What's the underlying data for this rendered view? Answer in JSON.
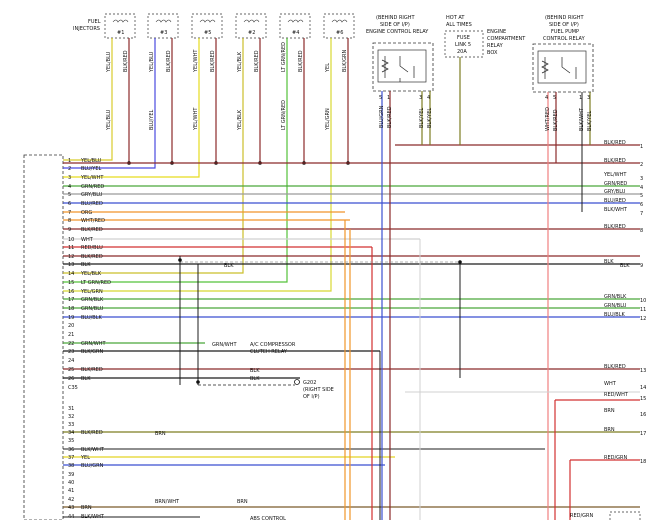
{
  "header": {
    "injectors_label": [
      "FUEL",
      "INJECTORS"
    ],
    "engine_relay_label": [
      "(BEHIND RIGHT",
      "SIDE OF I/P)",
      "ENGINE CONTROL RELAY"
    ],
    "hot_label": [
      "HOT AT",
      "ALL TIMES"
    ],
    "fuse_label": [
      "FUSE",
      "LINK 5",
      "20A"
    ],
    "box_label": [
      "ENGINE",
      "COMPARTMENT",
      "RELAY",
      "BOX"
    ],
    "fuel_relay_label": [
      "(BEHIND RIGHT",
      "SIDE OF I/P)",
      "FUEL PUMP",
      "CONTROL RELAY"
    ]
  },
  "injectors": [
    {
      "id": "#1",
      "left_wire": "YEL/BLU",
      "right_wire": "BLK/RED",
      "lower_label": "YEL/BLU",
      "color": "#d8cc2a"
    },
    {
      "id": "#3",
      "left_wire": "YEL/BLU",
      "right_wire": "BLK/RED",
      "lower_label": "BLU/YEL",
      "color": "#4a4ae0"
    },
    {
      "id": "#5",
      "left_wire": "YEL/WHT",
      "right_wire": "BLK/RED",
      "lower_label": "YEL/WHT",
      "color": "#e6dc1e"
    },
    {
      "id": "#2",
      "left_wire": "YEL/BLK",
      "right_wire": "BLK/RED",
      "lower_label": "YEL/BLK",
      "color": "#cbbf2a"
    },
    {
      "id": "#4",
      "left_wire": "LT GRN/RED",
      "right_wire": "BLK/RED",
      "lower_label": "LT GRN/RED",
      "color": "#54c23a"
    },
    {
      "id": "#6",
      "left_wire": "YEL",
      "right_wire": "BLK/GRN",
      "lower_label": "YEL/GRN",
      "color": "#d8d832"
    }
  ],
  "engine_relay": {
    "pins": [
      "5",
      "1",
      "3",
      "4"
    ],
    "wires": [
      "BLU/GRN",
      "BLK/RED",
      "BLK/YEL",
      "BLK/YEL"
    ]
  },
  "fuel_relay": {
    "pins": [
      "4",
      "5",
      "1",
      "3"
    ],
    "wires": [
      "WHT/RED",
      "BLK/RED",
      "BLK/WHT",
      "BLK/YEL"
    ]
  },
  "ecm_pins": [
    {
      "num": "1",
      "label": "YEL/BLU"
    },
    {
      "num": "2",
      "label": "BLU/YEL"
    },
    {
      "num": "3",
      "label": "YEL/WHT"
    },
    {
      "num": "4",
      "label": "GRN/RED"
    },
    {
      "num": "5",
      "label": "GRY/BLU"
    },
    {
      "num": "6",
      "label": "BLU/RED"
    },
    {
      "num": "7",
      "label": "ORG"
    },
    {
      "num": "8",
      "label": "WHT/RED"
    },
    {
      "num": "9",
      "label": "BLK/RED"
    },
    {
      "num": "10",
      "label": "WHT"
    },
    {
      "num": "11",
      "label": "RED/BLU"
    },
    {
      "num": "12",
      "label": "BLK/RED"
    },
    {
      "num": "13",
      "label": "BLK"
    },
    {
      "num": "14",
      "label": "YEL/BLK"
    },
    {
      "num": "15",
      "label": "LT GRN/RED"
    },
    {
      "num": "16",
      "label": "YEL/GRN"
    },
    {
      "num": "17",
      "label": "GRN/BLK"
    },
    {
      "num": "18",
      "label": "GRN/BLU"
    },
    {
      "num": "19",
      "label": "BLU/BLK"
    },
    {
      "num": "20",
      "label": ""
    },
    {
      "num": "21",
      "label": ""
    },
    {
      "num": "22",
      "label": "GRN/WHT"
    },
    {
      "num": "23",
      "label": "BLK/GRN"
    },
    {
      "num": "24",
      "label": ""
    },
    {
      "num": "25",
      "label": "BLK/RED"
    },
    {
      "num": "26",
      "label": "BLK"
    },
    {
      "num": "C35",
      "label": ""
    },
    {
      "num": "31",
      "label": ""
    },
    {
      "num": "32",
      "label": ""
    },
    {
      "num": "33",
      "label": ""
    },
    {
      "num": "34",
      "label": "BLK/RED"
    },
    {
      "num": "35",
      "label": ""
    },
    {
      "num": "36",
      "label": "BLK/WHT"
    },
    {
      "num": "37",
      "label": "YEL"
    },
    {
      "num": "38",
      "label": "BLU/GRN"
    },
    {
      "num": "39",
      "label": ""
    },
    {
      "num": "40",
      "label": ""
    },
    {
      "num": "41",
      "label": ""
    },
    {
      "num": "42",
      "label": ""
    },
    {
      "num": "43",
      "label": "BRN"
    },
    {
      "num": "44",
      "label": "BLK/WHT"
    }
  ],
  "right_refs": [
    {
      "num": "1",
      "label": "BLK/RED"
    },
    {
      "num": "2",
      "label": "BLK/RED"
    },
    {
      "num": "3",
      "label": "YEL/WHT"
    },
    {
      "num": "4",
      "label": "GRN/RED"
    },
    {
      "num": "5",
      "label": "GRY/BLU"
    },
    {
      "num": "6",
      "label": "BLU/RED"
    },
    {
      "num": "7",
      "label": "BLK/WHT"
    },
    {
      "num": "8",
      "label": "BLK/RED"
    },
    {
      "num": "9",
      "label": "BLK"
    },
    {
      "num": "10",
      "label": "GRN/BLK"
    },
    {
      "num": "11",
      "label": "GRN/BLU"
    },
    {
      "num": "12",
      "label": "BLU/BLK"
    },
    {
      "num": "13",
      "label": "BLK/RED"
    },
    {
      "num": "14",
      "label": "WHT"
    },
    {
      "num": "15",
      "label": "RED/WHT"
    },
    {
      "num": "16",
      "label": "BRN"
    },
    {
      "num": "17",
      "label": "BRN"
    },
    {
      "num": "18",
      "label": "RED/GRN"
    }
  ],
  "annotations": {
    "ac_wire": "GRN/WHT",
    "ac_relay": [
      "A/C COMPRESSOR",
      "CLUTCH RELAY"
    ],
    "blk_a": "BLK",
    "blk_b": "BLK",
    "blk_c": "BLK",
    "blk_right": "BLK",
    "ground": [
      "G202",
      "(RIGHT SIDE",
      "OF I/P)"
    ],
    "brn_mid": "BRN",
    "brn_wht": "BRN/WHT",
    "brn_b": "BRN",
    "bottom_text": "ABS CONTROL",
    "red_grn_bottom": "RED/GRN"
  },
  "colors": {
    "black": "#1c1c1c",
    "dark_red": "#8b2a2a",
    "yellow": "#e3d425",
    "blue": "#3b4fd0",
    "green": "#4aa63a",
    "gray": "#9a9a9a",
    "orange": "#f0952a",
    "light_green": "#7fd35a",
    "pink": "#f08080",
    "red": "#d23030",
    "brown": "#7a5a2a",
    "olive": "#7d7d22",
    "white_wire": "#d0d0d0"
  }
}
